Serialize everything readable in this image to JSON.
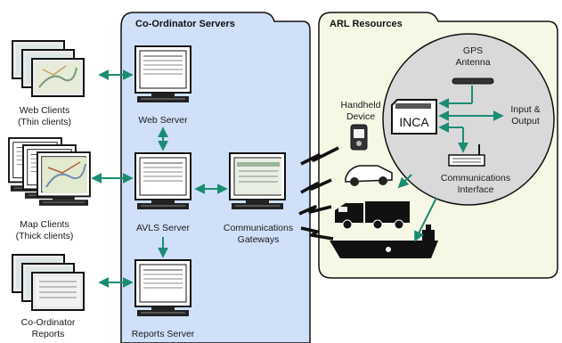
{
  "panels": {
    "coordinator_title": "Co-Ordinator Servers",
    "arl_title": "ARL Resources"
  },
  "clients": {
    "web_line1": "Web Clients",
    "web_line2": "(Thin clients)",
    "map_line1": "Map Clients",
    "map_line2": "(Thick clients)",
    "reports_line1": "Co-Ordinator",
    "reports_line2": "Reports"
  },
  "servers": {
    "web": "Web Server",
    "avls": "AVLS Server",
    "reports": "Reports Server",
    "gateways_line1": "Communications",
    "gateways_line2": "Gateways"
  },
  "resources": {
    "handheld_line1": "Handheld",
    "handheld_line2": "Device",
    "gps_line1": "GPS",
    "gps_line2": "Antenna",
    "inca": "INCA",
    "io_line1": "Input &",
    "io_line2": "Output",
    "comm_line1": "Communications",
    "comm_line2": "Interface"
  },
  "colors": {
    "arrow": "#1a8c74",
    "server_panel": "#cfe0f8",
    "arl_panel": "#f7f7e6",
    "bubble": "#d9d9d9"
  }
}
